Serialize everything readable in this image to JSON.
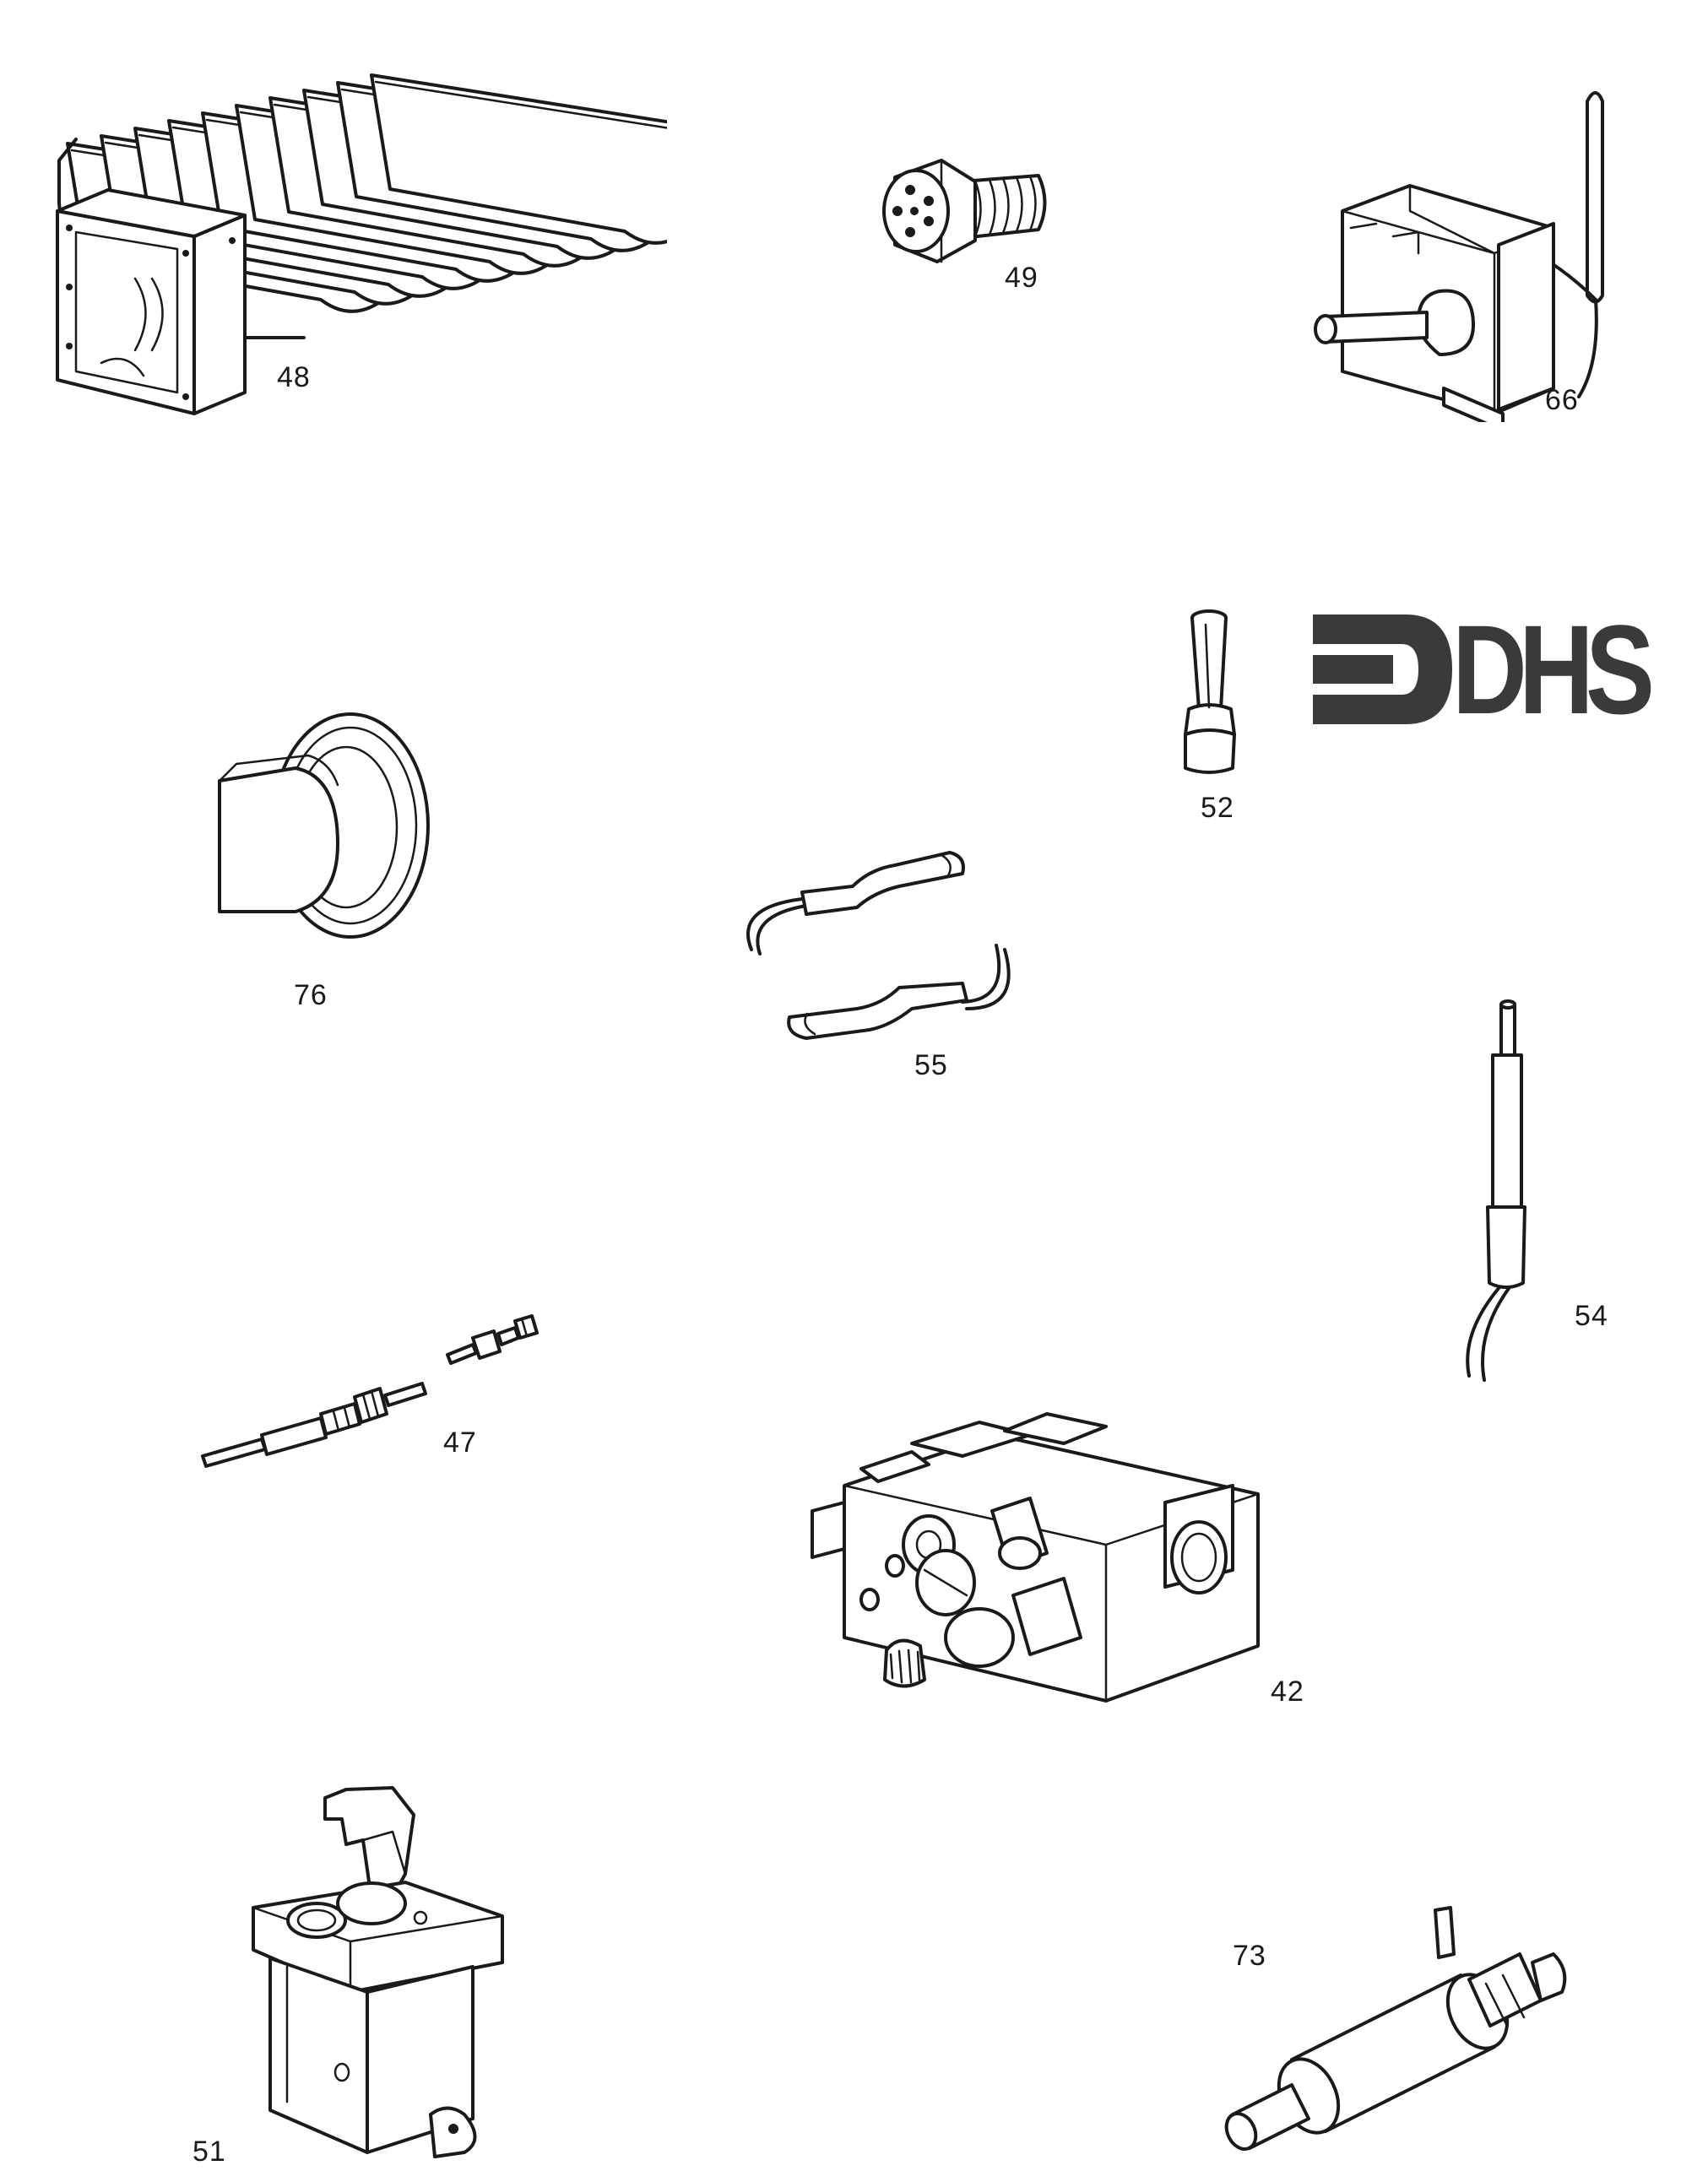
{
  "logo": {
    "text": "DHS",
    "color": "#3a3a3a"
  },
  "parts": [
    {
      "id": "48",
      "label": "48",
      "icon": "burner-manifold-icon"
    },
    {
      "id": "49",
      "label": "49",
      "icon": "injector-nozzle-icon"
    },
    {
      "id": "66",
      "label": "66",
      "icon": "thermostat-icon"
    },
    {
      "id": "52",
      "label": "52",
      "icon": "pilot-tube-icon"
    },
    {
      "id": "76",
      "label": "76",
      "icon": "control-knob-icon"
    },
    {
      "id": "55",
      "label": "55",
      "icon": "connector-leads-icon"
    },
    {
      "id": "54",
      "label": "54",
      "icon": "sensor-probe-icon"
    },
    {
      "id": "47",
      "label": "47",
      "icon": "thermocouple-icon"
    },
    {
      "id": "42",
      "label": "42",
      "icon": "gas-valve-icon"
    },
    {
      "id": "51",
      "label": "51",
      "icon": "piezo-igniter-icon"
    },
    {
      "id": "73",
      "label": "73",
      "icon": "cylinder-switch-icon"
    }
  ]
}
